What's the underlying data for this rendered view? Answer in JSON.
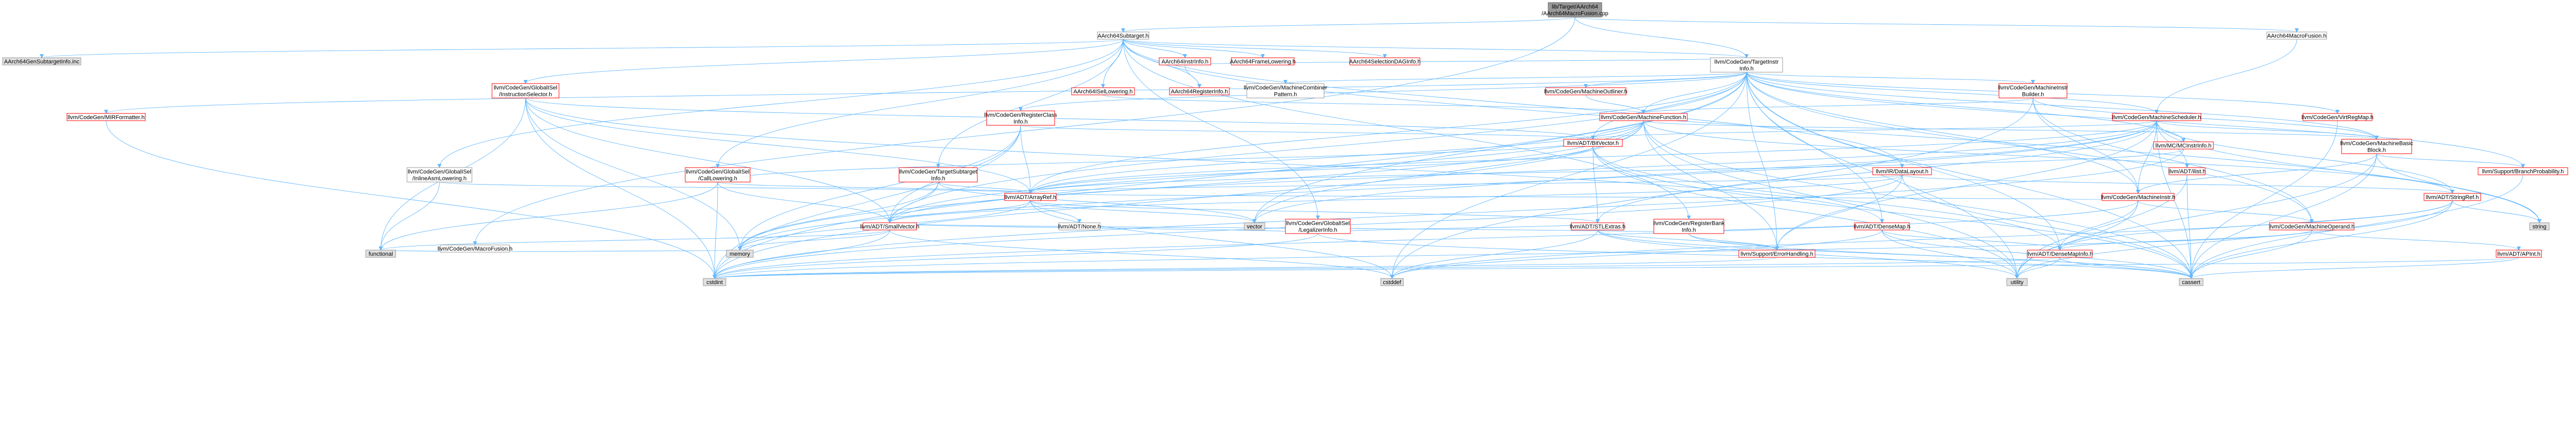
{
  "diagram": {
    "type": "include-dependency-graph",
    "colors": {
      "root_fill": "#999999",
      "header_fill": "#ffffff",
      "external_fill": "#e0e0e0",
      "edge": "#63b8ff",
      "expandable_border": "#ff0000",
      "leaf_border": "#999999",
      "text": "#000000"
    },
    "nodes": [
      {
        "id": "n0",
        "lines": [
          "lib/Target/AArch64",
          "/AArch64MacroFusion.cpp"
        ],
        "kind": "root"
      },
      {
        "id": "n1",
        "lines": [
          "AArch64Subtarget.h"
        ],
        "kind": "normal"
      },
      {
        "id": "n2",
        "lines": [
          "AArch64MacroFusion.h"
        ],
        "kind": "normal"
      },
      {
        "id": "n3",
        "lines": [
          "llvm/CodeGen/TargetInstr",
          "Info.h"
        ],
        "kind": "normal"
      },
      {
        "id": "n4",
        "lines": [
          "llvm/CodeGen/MacroFusion.h"
        ],
        "kind": "normal"
      },
      {
        "id": "n5",
        "lines": [
          "AArch64GenSubtargetInfo.inc"
        ],
        "kind": "external"
      },
      {
        "id": "n6",
        "lines": [
          "AArch64InstrInfo.h"
        ],
        "kind": "expandable"
      },
      {
        "id": "n7",
        "lines": [
          "AArch64FrameLowering.h"
        ],
        "kind": "expandable"
      },
      {
        "id": "n8",
        "lines": [
          "AArch64SelectionDAGInfo.h"
        ],
        "kind": "expandable"
      },
      {
        "id": "n9",
        "lines": [
          "AArch64RegisterInfo.h"
        ],
        "kind": "expandable"
      },
      {
        "id": "n10",
        "lines": [
          "AArch64ISelLowering.h"
        ],
        "kind": "expandable"
      },
      {
        "id": "n11",
        "lines": [
          "llvm/CodeGen/GlobalISel",
          "/InstructionSelector.h"
        ],
        "kind": "expandable"
      },
      {
        "id": "n12",
        "lines": [
          "llvm/CodeGen/GlobalISel",
          "/InlineAsmLowering.h"
        ],
        "kind": "normal"
      },
      {
        "id": "n13",
        "lines": [
          "llvm/CodeGen/GlobalISel",
          "/CallLowering.h"
        ],
        "kind": "expandable"
      },
      {
        "id": "n14",
        "lines": [
          "llvm/CodeGen/TargetSubtarget",
          "Info.h"
        ],
        "kind": "expandable"
      },
      {
        "id": "n15",
        "lines": [
          "llvm/CodeGen/GlobalISel",
          "/LegalizerInfo.h"
        ],
        "kind": "expandable"
      },
      {
        "id": "n16",
        "lines": [
          "llvm/CodeGen/RegisterBank",
          "Info.h"
        ],
        "kind": "expandable"
      },
      {
        "id": "n17",
        "lines": [
          "llvm/IR/DataLayout.h"
        ],
        "kind": "expandable"
      },
      {
        "id": "n18",
        "lines": [
          "llvm/CodeGen/MachineCombiner",
          "Pattern.h"
        ],
        "kind": "normal"
      },
      {
        "id": "n19",
        "lines": [
          "llvm/CodeGen/MachineOutliner.h"
        ],
        "kind": "expandable"
      },
      {
        "id": "n20",
        "lines": [
          "llvm/CodeGen/MachineInstr",
          "Builder.h"
        ],
        "kind": "expandable"
      },
      {
        "id": "n21",
        "lines": [
          "llvm/CodeGen/MachineFunction.h"
        ],
        "kind": "expandable"
      },
      {
        "id": "n22",
        "lines": [
          "llvm/CodeGen/MachineScheduler.h"
        ],
        "kind": "expandable"
      },
      {
        "id": "n23",
        "lines": [
          "llvm/CodeGen/RegisterClass",
          "Info.h"
        ],
        "kind": "expandable"
      },
      {
        "id": "n24",
        "lines": [
          "llvm/CodeGen/MIRFormatter.h"
        ],
        "kind": "expandable"
      },
      {
        "id": "n25",
        "lines": [
          "llvm/CodeGen/VirtRegMap.h"
        ],
        "kind": "expandable"
      },
      {
        "id": "n26",
        "lines": [
          "llvm/MC/MCInstrInfo.h"
        ],
        "kind": "expandable"
      },
      {
        "id": "n27",
        "lines": [
          "llvm/ADT/BitVector.h"
        ],
        "kind": "expandable"
      },
      {
        "id": "n28",
        "lines": [
          "llvm/ADT/ilist.h"
        ],
        "kind": "expandable"
      },
      {
        "id": "n29",
        "lines": [
          "llvm/CodeGen/MachineBasic",
          "Block.h"
        ],
        "kind": "expandable"
      },
      {
        "id": "n30",
        "lines": [
          "llvm/Support/BranchProbability.h"
        ],
        "kind": "expandable"
      },
      {
        "id": "n31",
        "lines": [
          "llvm/ADT/ArrayRef.h"
        ],
        "kind": "expandable"
      },
      {
        "id": "n32",
        "lines": [
          "llvm/CodeGen/MachineInstr.h"
        ],
        "kind": "expandable"
      },
      {
        "id": "n33",
        "lines": [
          "llvm/ADT/StringRef.h"
        ],
        "kind": "expandable"
      },
      {
        "id": "n34",
        "lines": [
          "llvm/ADT/None.h"
        ],
        "kind": "normal"
      },
      {
        "id": "n35",
        "lines": [
          "llvm/ADT/SmallVector.h"
        ],
        "kind": "expandable"
      },
      {
        "id": "n36",
        "lines": [
          "llvm/ADT/STLExtras.h"
        ],
        "kind": "expandable"
      },
      {
        "id": "n37",
        "lines": [
          "llvm/ADT/DenseMap.h"
        ],
        "kind": "expandable"
      },
      {
        "id": "n38",
        "lines": [
          "llvm/CodeGen/MachineOperand.h"
        ],
        "kind": "expandable"
      },
      {
        "id": "n39",
        "lines": [
          "vector"
        ],
        "kind": "external"
      },
      {
        "id": "n40",
        "lines": [
          "string"
        ],
        "kind": "external"
      },
      {
        "id": "n41",
        "lines": [
          "llvm/Support/ErrorHandling.h"
        ],
        "kind": "expandable"
      },
      {
        "id": "n42",
        "lines": [
          "llvm/ADT/DenseMapInfo.h"
        ],
        "kind": "expandable"
      },
      {
        "id": "n43",
        "lines": [
          "llvm/ADT/APInt.h"
        ],
        "kind": "expandable"
      },
      {
        "id": "n44",
        "lines": [
          "functional"
        ],
        "kind": "external"
      },
      {
        "id": "n45",
        "lines": [
          "memory"
        ],
        "kind": "external"
      },
      {
        "id": "n46",
        "lines": [
          "cstdint"
        ],
        "kind": "external"
      },
      {
        "id": "n47",
        "lines": [
          "cstddef"
        ],
        "kind": "external"
      },
      {
        "id": "n48",
        "lines": [
          "utility"
        ],
        "kind": "external"
      },
      {
        "id": "n49",
        "lines": [
          "cassert"
        ],
        "kind": "external"
      }
    ]
  }
}
